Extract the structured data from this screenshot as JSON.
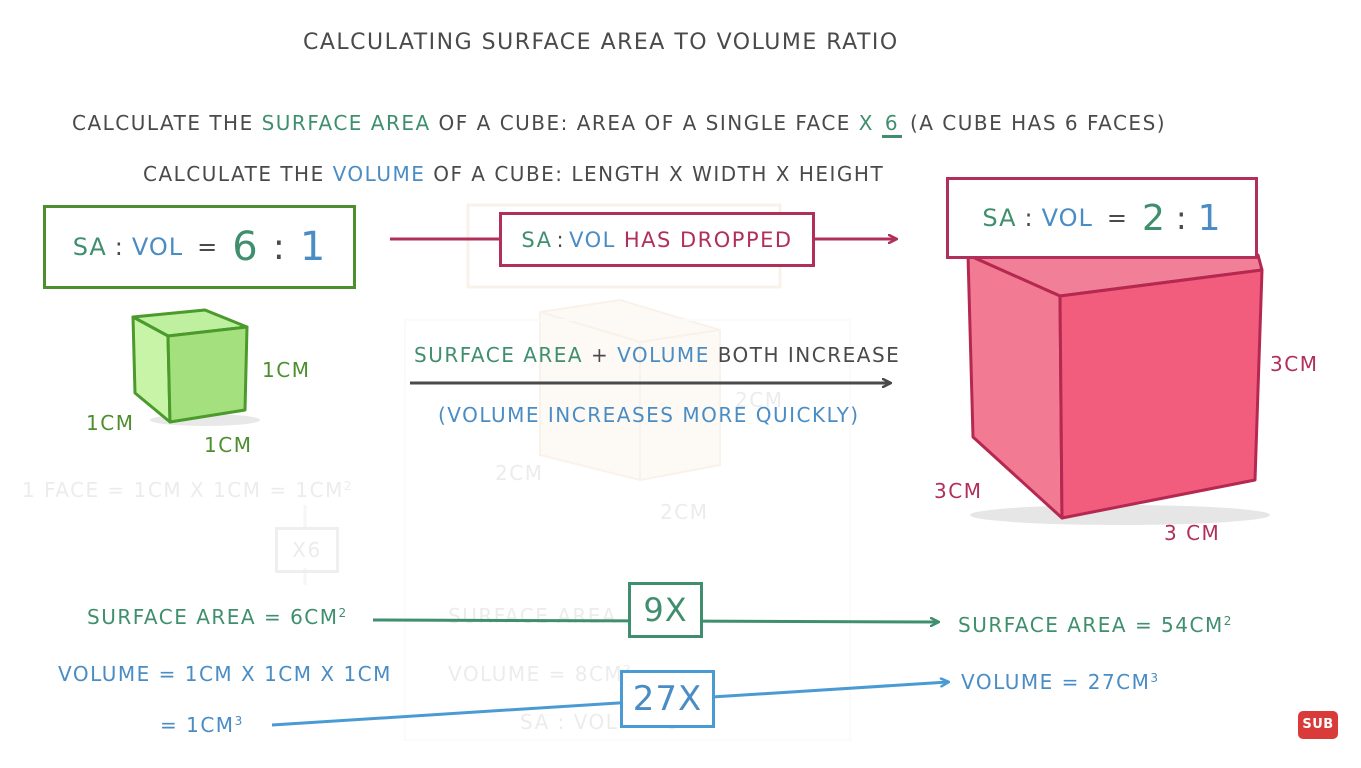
{
  "title": "Calculating surface area to volume ratio",
  "rules": {
    "sa": {
      "prefix": "Calculate the",
      "keyword": "surface area",
      "middle": "of a cube:  area of a single face",
      "times": "x",
      "factor": "6",
      "note": "(a cube has 6 faces)"
    },
    "vol": {
      "prefix": "Calculate the",
      "keyword": "volume",
      "rest": "of a cube:  length x width x height"
    }
  },
  "small_cube": {
    "ratio_sa": "SA",
    "ratio_sep": ":",
    "ratio_vol": "VOL",
    "ratio_eq": "=",
    "ratio_left": "6",
    "ratio_colon": ":",
    "ratio_right": "1",
    "dim_right": "1cm",
    "dim_left": "1cm",
    "dim_bottom": "1cm"
  },
  "middle": {
    "dropped_sa": "SA",
    "dropped_sep": ":",
    "dropped_vol": "VOL",
    "dropped_text": "has dropped",
    "increase_sa": "Surface area",
    "increase_plus": "+",
    "increase_vol": "volume",
    "increase_rest": "both increase",
    "note": "(volume increases more quickly)",
    "factor_sa": "9x",
    "factor_vol": "27x"
  },
  "big_cube": {
    "ratio_sa": "SA",
    "ratio_sep": ":",
    "ratio_vol": "VOL",
    "ratio_eq": "=",
    "ratio_left": "2",
    "ratio_colon": ":",
    "ratio_right": "1",
    "dim_right": "3cm",
    "dim_left": "3cm",
    "dim_bottom": "3 cm"
  },
  "left_values": {
    "sa_label": "Surface area =",
    "sa_value": "6cm",
    "sa_exp": "2",
    "vol_label": "volume = 1cm x 1cm x 1cm",
    "vol_result": "= 1cm",
    "vol_exp": "3"
  },
  "right_values": {
    "sa_label": "Surface area = 54cm",
    "sa_exp": "2",
    "vol_label": "volume = 27cm",
    "vol_exp": "3"
  },
  "ghost": {
    "face": "1 face = 1cm x 1cm = 1cm",
    "face_exp": "2",
    "mult": "x6",
    "dim_a": "2cm",
    "dim_b": "2cm",
    "dim_c": "2cm",
    "sa": "surface area",
    "vol": "volume = 8cm",
    "vol_exp": "3",
    "ratio": "SA : VOL",
    "ratio_value": "8"
  },
  "badge": "SUB",
  "colors": {
    "green_text": "#3f8f6f",
    "blue_text": "#4a8cc4",
    "pink_text": "#b0305a",
    "lime_cube": "#a9e88b",
    "pink_cube": "#f26382",
    "badge_red": "#d93b3b"
  }
}
